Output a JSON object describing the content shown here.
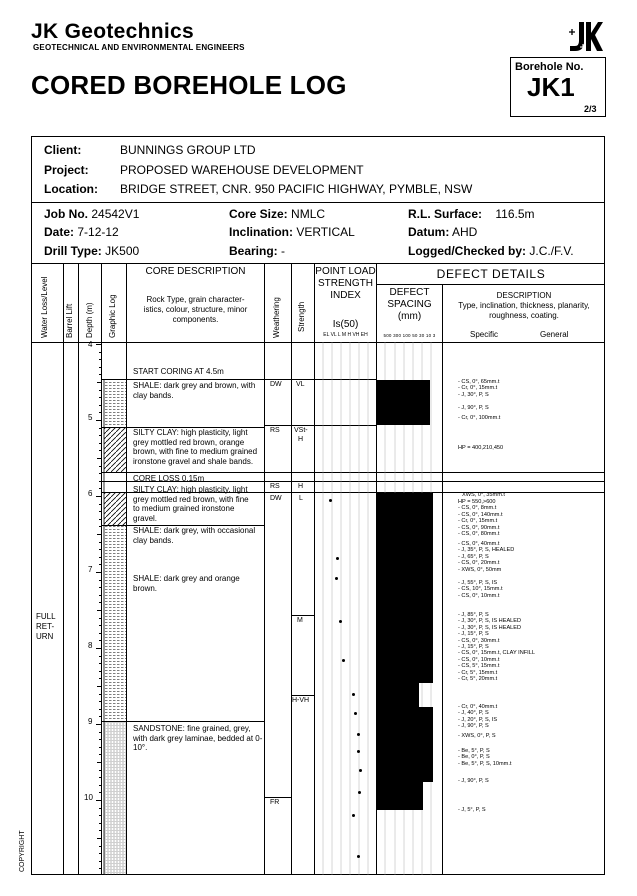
{
  "brand": {
    "name": "JK Geotechnics",
    "subtitle": "GEOTECHNICAL AND ENVIRONMENTAL ENGINEERS",
    "logo_icon": "jk-logo-icon"
  },
  "title": "CORED BOREHOLE LOG",
  "borehole": {
    "label": "Borehole No.",
    "number": "JK1",
    "page": "2/3"
  },
  "project": {
    "client_label": "Client:",
    "client": "BUNNINGS GROUP LTD",
    "project_label": "Project:",
    "project": "PROPOSED WAREHOUSE DEVELOPMENT",
    "location_label": "Location:",
    "location": "BRIDGE STREET, CNR. 950 PACIFIC HIGHWAY, PYMBLE, NSW"
  },
  "job": {
    "job_label": "Job No.",
    "job": "24542V1",
    "date_label": "Date:",
    "date": "7-12-12",
    "rig_label": "Drill Type:",
    "rig": "JK500",
    "core_label": "Core Size:",
    "core": "NMLC",
    "incl_label": "Inclination:",
    "incl": "VERTICAL",
    "bearing_label": "Bearing:",
    "bearing": "-",
    "rl_label": "R.L. Surface:",
    "rl": "116.5m",
    "datum_label": "Datum:",
    "datum": "AHD",
    "logged_label": "Logged/Checked by:",
    "logged": "J.C./F.V."
  },
  "headers": {
    "water": "Water Loss/Level",
    "barrel": "Barrel Lift",
    "depth": "Depth (m)",
    "graphic": "Graphic Log",
    "core_desc": "CORE DESCRIPTION",
    "core_desc_sub": "Rock Type, grain character-istics, colour, structure, minor components.",
    "weathering": "Weathering",
    "strength": "Strength",
    "pli": "POINT LOAD STRENGTH INDEX",
    "pli_unit": "Is(50)",
    "pli_scale": "EL VL L M H VH EH",
    "defect_details": "DEFECT DETAILS",
    "spacing": "DEFECT SPACING (mm)",
    "spacing_scale": "500 300 100 50 30 10 3",
    "description": "DESCRIPTION",
    "description_sub": "Type, inclination, thickness, planarity, roughness, coating.",
    "specific": "Specific",
    "general": "General"
  },
  "water_note": [
    "FULL",
    "RET-",
    "URN"
  ],
  "copyright": "COPYRIGHT",
  "depths": [
    "4",
    "5",
    "6",
    "7",
    "8",
    "9",
    "10"
  ],
  "descriptions": [
    {
      "text": "START CORING AT 4.5m"
    },
    {
      "text": "SHALE: dark grey and brown, with clay bands."
    },
    {
      "text": "SILTY CLAY: high plasticity, light grey mottled red brown, orange brown, with fine to medium grained ironstone gravel and shale bands."
    },
    {
      "text": "CORE LOSS 0.15m"
    },
    {
      "text": "SILTY CLAY: high plasticity, light grey mottled red brown, with fine to medium grained ironstone gravel."
    },
    {
      "text": "SHALE: dark grey, with occasional clay bands."
    },
    {
      "text": "SHALE: dark grey and orange brown."
    },
    {
      "text": "SANDSTONE: fine grained, grey, with dark grey laminae, bedded at 0-10°."
    }
  ],
  "weathering": [
    "DW",
    "RS",
    "RS",
    "DW",
    "FR"
  ],
  "strength": [
    "VL",
    "VSt-",
    "H",
    "H",
    "L",
    "M",
    "H-VH"
  ],
  "defects": [
    {
      "t": "- CS, 0°, 65mm.t"
    },
    {
      "t": "- Cr, 0°, 15mm.t"
    },
    {
      "t": "- J, 30°, P, S"
    },
    {
      "t": "- J, 90°, P, S"
    },
    {
      "t": "- Cr, 0°, 100mm.t"
    },
    {
      "t": "HP = 400,210,450"
    },
    {
      "t": "XWS, 0°, 35mm.t"
    },
    {
      "t": "HP = 550,>600"
    },
    {
      "t": "- CS, 0°, 8mm.t"
    },
    {
      "t": "- CS, 0°, 140mm.t"
    },
    {
      "t": "- Cr, 0°, 15mm.t"
    },
    {
      "t": "- CS, 0°, 90mm.t"
    },
    {
      "t": "- CS, 0°, 80mm.t"
    },
    {
      "t": "- CS, 0°, 40mm.t"
    },
    {
      "t": "- J, 35°, P, S, HEALED"
    },
    {
      "t": "- J, 65°, P, S"
    },
    {
      "t": "- CS, 0°, 20mm.t"
    },
    {
      "t": "- XWS, 0°, 50mm"
    },
    {
      "t": "- J, 55°, P, S, IS"
    },
    {
      "t": "- CS, 10°, 15mm.t"
    },
    {
      "t": "- CS, 0°, 10mm.t"
    },
    {
      "t": "- J, 85°, P, S"
    },
    {
      "t": "- J, 30°, P, S, IS HEALED"
    },
    {
      "t": "- J, 30°, P, S, IS HEALED"
    },
    {
      "t": "- J, 15°, P, S"
    },
    {
      "t": "- CS, 0°, 30mm.t"
    },
    {
      "t": "- J, 15°, P, S"
    },
    {
      "t": "- CS, 0°, 15mm.t, CLAY INFILL"
    },
    {
      "t": "- CS, 0°, 10mm.t"
    },
    {
      "t": "- CS, 5°, 15mm.t"
    },
    {
      "t": "- Cr, 5°, 15mm.t"
    },
    {
      "t": "- Cr, 5°, 20mm.t"
    },
    {
      "t": "- Cr, 0°, 40mm.t"
    },
    {
      "t": "- J, 40°, P, S"
    },
    {
      "t": "- J, 20°, P, S, IS"
    },
    {
      "t": "- J, 90°, P, S"
    },
    {
      "t": "- XWS, 0°, P, S"
    },
    {
      "t": "- Be, 5°, P, S"
    },
    {
      "t": "- Be, 0°, P, S"
    },
    {
      "t": "- Be, 5°, P, S, 10mm.t"
    },
    {
      "t": "- J, 90°, P, S"
    },
    {
      "t": "- J, 5°, P, S"
    }
  ]
}
